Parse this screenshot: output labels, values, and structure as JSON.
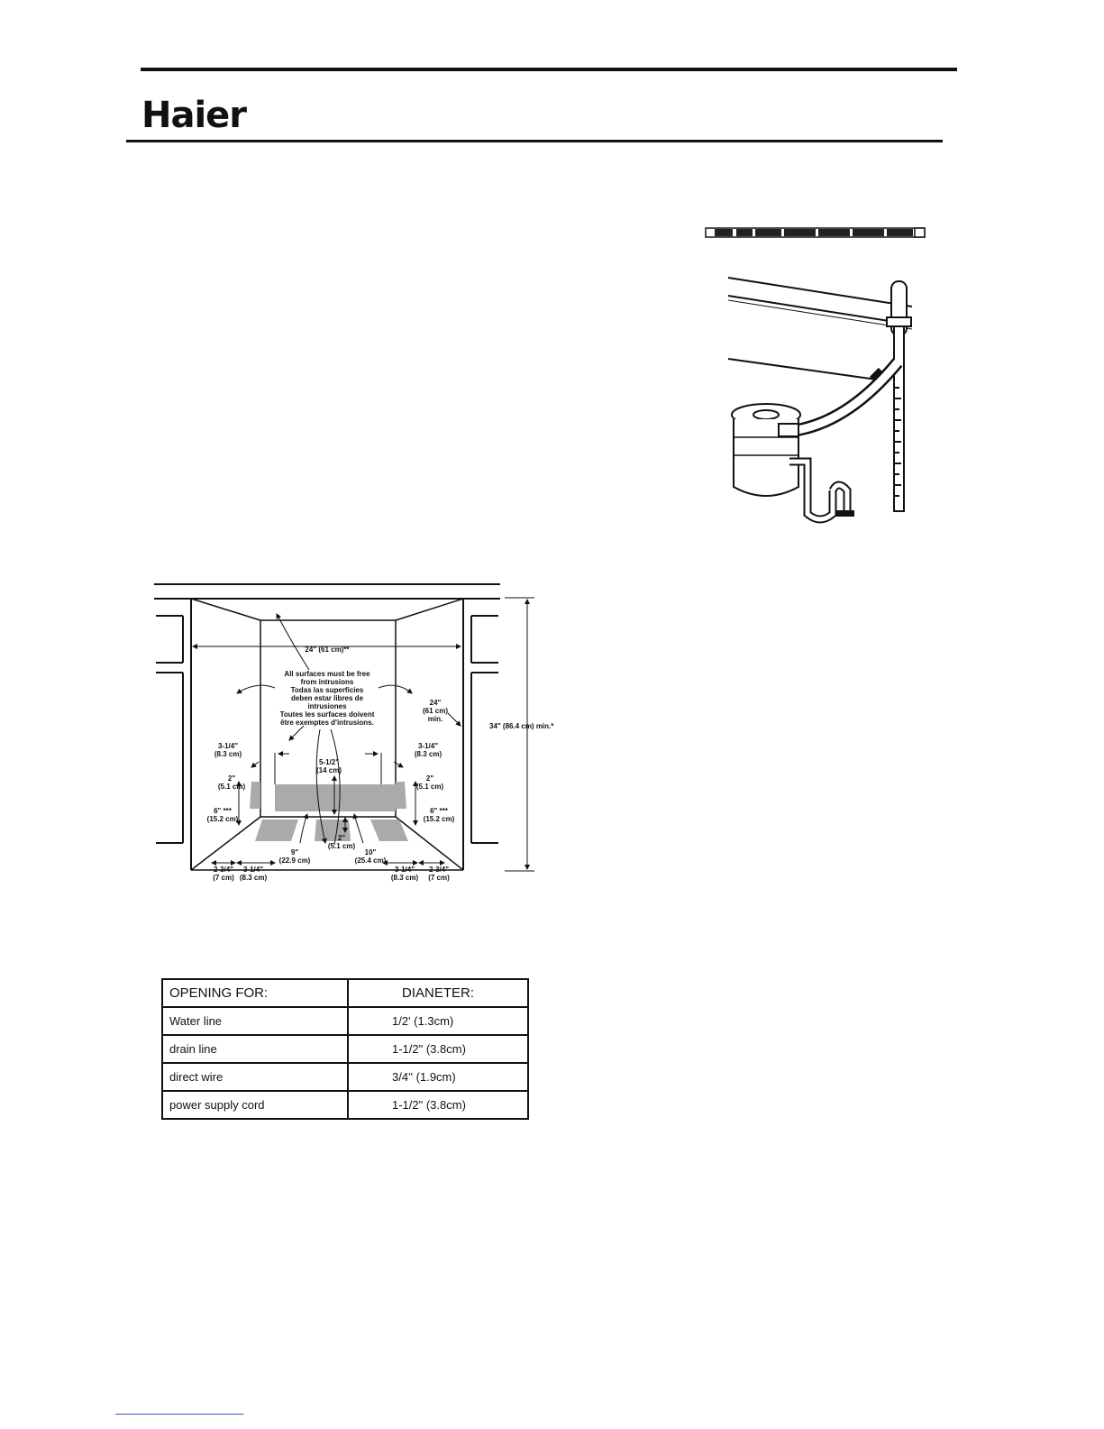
{
  "header": {
    "brand": "Haier"
  },
  "diagram": {
    "labels": {
      "width_top": "24\" (61 cm)**",
      "surfaces_en_1": "All surfaces must be free",
      "surfaces_en_2": "from intrusions",
      "surfaces_es_1": "Todas las superficies",
      "surfaces_es_2": "deben estar libres de",
      "surfaces_es_3": "intrusiones",
      "surfaces_fr_1": "Toutes les surfaces doivent",
      "surfaces_fr_2": "être exemptes d'intrusions.",
      "depth_1": "24\"",
      "depth_2": "(61 cm)",
      "depth_3": "min.",
      "height_right": "34\" (86.4 cm) min.*",
      "left_3_1_4": "3-1/4\"",
      "left_3_1_4_cm": "(8.3 cm)",
      "left_2": "2\"",
      "left_2_cm": "(5.1 cm)",
      "left_6": "6\" ***",
      "left_6_cm": "(15.2 cm)",
      "right_3_1_4": "3-1/4\"",
      "right_3_1_4_cm": "(8.3 cm)",
      "right_2": "2\"",
      "right_2_cm": "(5.1 cm)",
      "right_6": "6\" ***",
      "right_6_cm": "(15.2 cm)",
      "center_5_1_2": "5-1/2\"",
      "center_5_1_2_cm": "(14 cm)",
      "center_2": "2\"",
      "center_2_cm": "(5.1 cm)",
      "bottom_9": "9\"",
      "bottom_9_cm": "(22.9 cm)",
      "bottom_10": "10\"",
      "bottom_10_cm": "(25.4 cm)",
      "bl_2_3_4": "2-3/4\"",
      "bl_2_3_4_cm": "(7 cm)",
      "bl_3_1_4": "3-1/4\"",
      "bl_3_1_4_cm": "(8.3 cm)",
      "br_3_1_4": "3-1/4\"",
      "br_3_1_4_cm": "(8.3 cm)",
      "br_2_3_4": "2-3/4\"",
      "br_2_3_4_cm": "(7 cm)"
    }
  },
  "table": {
    "headers": [
      "OPENING FOR:",
      "DIANETER:"
    ],
    "rows": [
      {
        "opening": "Water line",
        "diameter": "1/2' (1.3cm)"
      },
      {
        "opening": "drain line",
        "diameter": "1-1/2\" (3.8cm)"
      },
      {
        "opening": "direct wire",
        "diameter": "3/4'' (1.9cm)"
      },
      {
        "opening": "power supply cord",
        "diameter": "1-1/2\" (3.8cm)"
      }
    ]
  }
}
